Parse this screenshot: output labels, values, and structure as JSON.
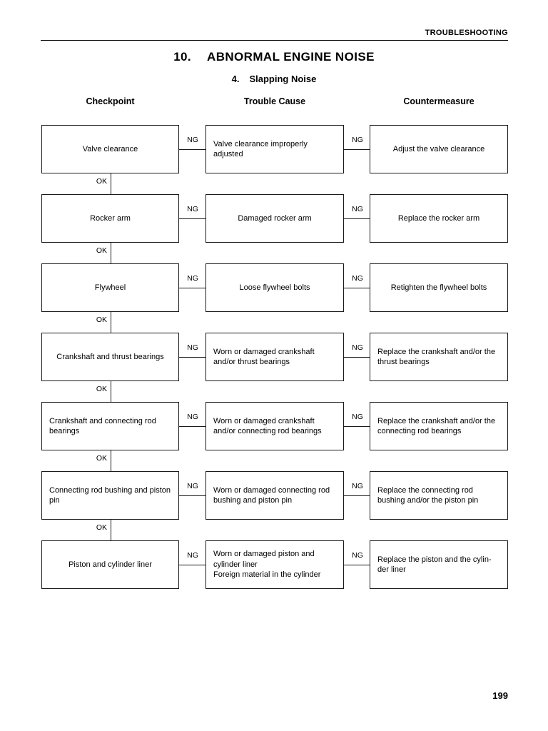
{
  "header": {
    "section_label": "TROUBLESHOOTING"
  },
  "title": {
    "number": "10.",
    "text": "ABNORMAL ENGINE NOISE"
  },
  "subtitle": {
    "number": "4.",
    "text": "Slapping Noise"
  },
  "columns": {
    "checkpoint": "Checkpoint",
    "trouble_cause": "Trouble Cause",
    "countermeasure": "Countermeasure"
  },
  "labels": {
    "ok": "OK",
    "ng": "NG"
  },
  "flow_rows": [
    {
      "checkpoint": "Valve clearance",
      "checkpoint_align": "center",
      "trouble_cause": "Valve clearance improperly adjusted",
      "countermeasure": "Adjust the valve clearance",
      "countermeasure_align": "center"
    },
    {
      "checkpoint": "Rocker arm",
      "checkpoint_align": "center",
      "trouble_cause": "Damaged rocker arm",
      "trouble_cause_align": "center",
      "countermeasure": "Replace the rocker arm",
      "countermeasure_align": "center"
    },
    {
      "checkpoint": "Flywheel",
      "checkpoint_align": "center",
      "trouble_cause": "Loose flywheel bolts",
      "trouble_cause_align": "center",
      "countermeasure": "Retighten the flywheel bolts",
      "countermeasure_align": "center"
    },
    {
      "checkpoint": "Crankshaft and thrust bearings",
      "checkpoint_align": "center",
      "trouble_cause": "Worn or damaged crankshaft and/or thrust bearings",
      "countermeasure": "Replace the crankshaft and/or the thrust bearings"
    },
    {
      "checkpoint": "Crankshaft and connecting rod bearings",
      "trouble_cause": "Worn or damaged crankshaft and/or connecting rod bearings",
      "countermeasure": "Replace the crankshaft and/or the connecting rod bearings"
    },
    {
      "checkpoint": "Connecting rod bushing and piston pin",
      "trouble_cause": "Worn or damaged connecting rod bushing and piston pin",
      "countermeasure": "Replace the connecting rod bushing and/or the piston pin"
    },
    {
      "checkpoint": "Piston and cylinder liner",
      "checkpoint_align": "center",
      "trouble_cause": "Worn or damaged piston and cylinder liner\nForeign material in the cylinder",
      "countermeasure": "Replace the piston and the cylin-der liner"
    }
  ],
  "footer": {
    "page_number": "199"
  }
}
